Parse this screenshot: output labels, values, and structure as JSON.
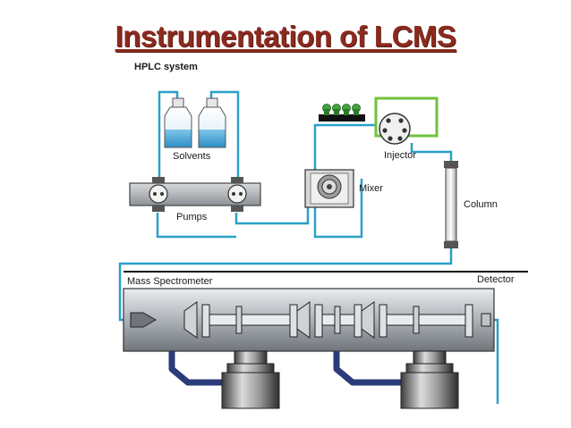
{
  "title": "Instrumentation of LCMS",
  "labels": {
    "hplc_system": "HPLC system",
    "solvents": "Solvents",
    "pumps": "Pumps",
    "mixer": "Mixer",
    "injector": "Injector",
    "column": "Column",
    "mass_spectrometer": "Mass Spectrometer",
    "detector": "Detector"
  },
  "colors": {
    "title": "#8b2a1e",
    "tubing": "#2aa0c8",
    "injector_loop": "#6ec23a",
    "ms_body": "#9aa0a6",
    "vacuum_line": "#2b3a78"
  }
}
